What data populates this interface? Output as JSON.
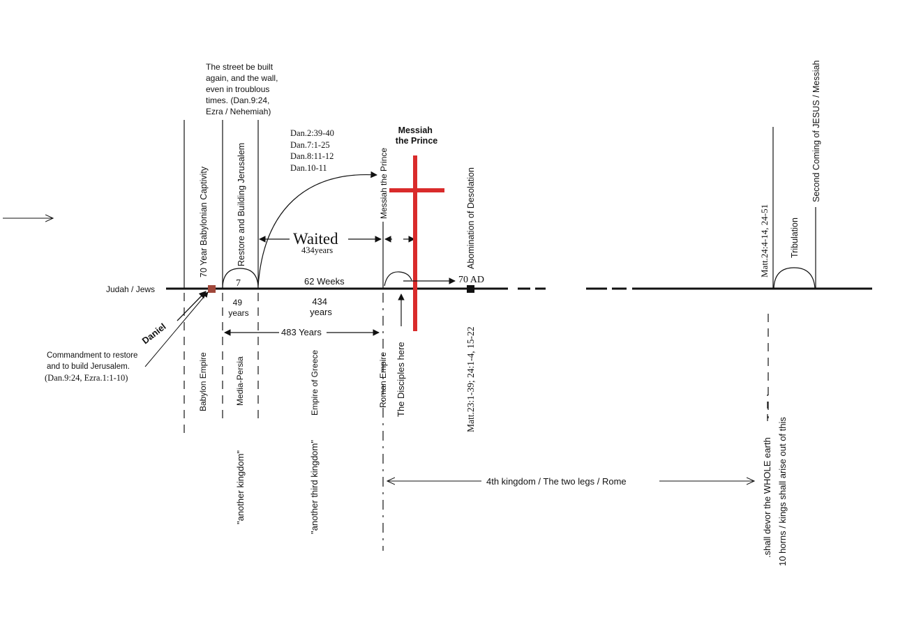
{
  "timeline": {
    "people_label": "Judah / Jews",
    "daniel_label": "Daniel",
    "commandment_lines": [
      "Commandment to restore",
      "and to build Jerusalem.",
      "(Dan.9:24, Ezra.1:1-10)"
    ],
    "street_lines": [
      "The street be built",
      "again, and the wall,",
      "even in troublous",
      "times. (Dan.9:24,",
      "Ezra / Nehemiah)"
    ],
    "captivity_label": "70 Year Babylonian Captivity",
    "restore_label": "Restore and Building Jerusalem",
    "seven_label": "7",
    "years49": [
      "49",
      "years"
    ],
    "refs_lines": [
      "Dan.2:39-40",
      "Dan.7:1-25",
      "Dan.8:11-12",
      "Dan.10-11"
    ],
    "messiah_heading": [
      "Messiah",
      "the Prince"
    ],
    "messiah_vertical": "Messiah the Prince",
    "waited_label": "Waited",
    "waited_years": "434years",
    "weeks62": "62 Weeks",
    "years434": [
      "434",
      "years"
    ],
    "years483": "483 Years",
    "ad70": "70 AD",
    "abomination_label": "Abomination of Desolation",
    "matt23_label": "Matt.23:1-39; 24:1-4, 15-22",
    "disciples_label": "The Disciples here",
    "matt24_label": "Matt.24:4-14, 24-51",
    "tribulation_label": "Tribulation",
    "second_coming_label": "Second Coming of JESUS / Messiah",
    "fourth_kingdom": "4th kingdom / The two legs / Rome",
    "horns_label": "10 horns / kings shall arise out of this",
    "devour_label": ".shall devor the WHOLE earth",
    "empires": {
      "babylon": "Babylon Empire",
      "persia": "Media-Persia",
      "greece": "Empire of Greece",
      "rome": "Roman Empire"
    },
    "kingdoms": {
      "another": "\"another kingdom\"",
      "third": "\"another third kingdom\""
    },
    "colors": {
      "cross": "#d92b2b",
      "line": "#111111",
      "daniel_marker": "#a0473a"
    }
  }
}
